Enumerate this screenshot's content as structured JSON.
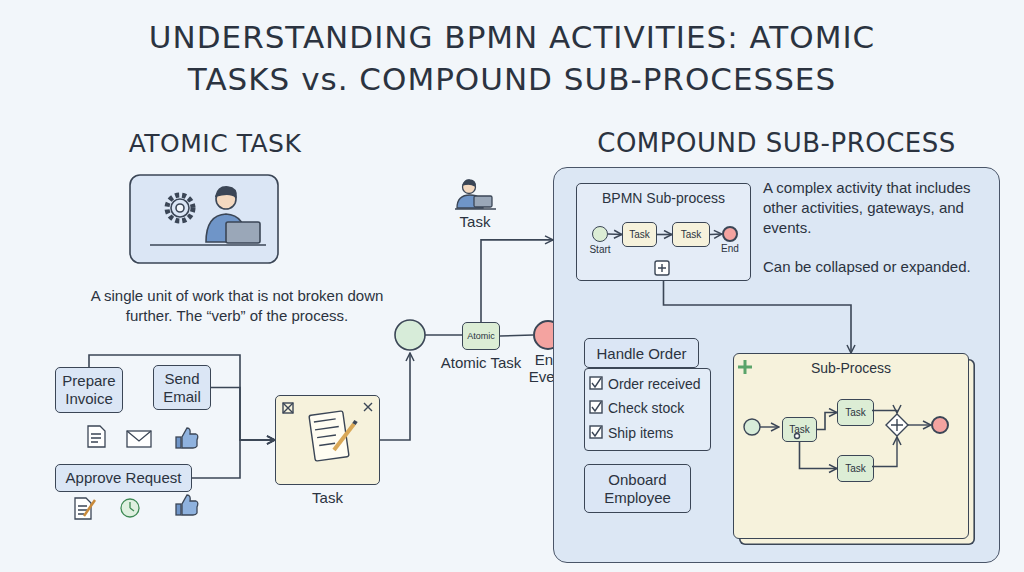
{
  "diagram": {
    "title": "UNDERSTANDING BPMN ACTIVITIES: ATOMIC TASKS vs. COMPOUND SUB-PROCESSES",
    "nodes": [
      {
        "text": [
          "Prepare Invoice"
        ]
      },
      {
        "text": [
          "Send Email"
        ]
      },
      {
        "text": [
          "Approve Request"
        ]
      },
      {
        "text": [
          "Task"
        ]
      },
      {
        "text": [
          "Atomic",
          "Atomic Task"
        ]
      },
      {
        "text": [
          "End Event"
        ]
      },
      {
        "text": [
          "COMPOUND SUB-PROCESS"
        ]
      },
      {
        "text": [
          "BPMN Sub-process"
        ],
        "in": 6
      },
      {
        "text": [
          "Start"
        ],
        "in": 7
      },
      {
        "text": [
          "Task"
        ],
        "in": 7
      },
      {
        "text": [
          "Task"
        ],
        "in": 7
      },
      {
        "text": [
          "End"
        ],
        "in": 7
      },
      {
        "text": [
          "Handle Order",
          "Order received",
          "Check stock",
          "Ship items"
        ],
        "in": 6
      },
      {
        "text": [
          "Onboard Employee"
        ],
        "in": 6
      },
      {
        "text": [
          "Sub-Process"
        ],
        "in": 6
      },
      {
        "text": [
          "Task"
        ],
        "in": 14
      },
      {
        "text": [
          "Task"
        ],
        "in": 14
      },
      {
        "text": [
          "Task"
        ],
        "in": 14
      }
    ],
    "edges": [
      {
        "from": 0,
        "to": 3,
        "arrow": "to"
      },
      {
        "from": 1,
        "to": 3,
        "arrow": "to"
      },
      {
        "from": 2,
        "to": 3,
        "arrow": "to"
      },
      {
        "from": 4,
        "to": 5,
        "arrow": "none"
      },
      {
        "from": 4,
        "to": 6,
        "arrow": "to"
      },
      {
        "from": 8,
        "to": 9,
        "arrow": "to"
      },
      {
        "from": 9,
        "to": 10,
        "arrow": "to"
      },
      {
        "from": 10,
        "to": 11,
        "arrow": "to"
      },
      {
        "from": 7,
        "to": 14,
        "arrow": "to"
      },
      {
        "from": 15,
        "to": 16,
        "arrow": "to"
      },
      {
        "from": 15,
        "to": 17,
        "arrow": "to"
      }
    ],
    "labels": [
      "ATOMIC TASK",
      "A single unit of work that is not broken down further. The “verb” of the process.",
      "Task",
      "A complex activity that includes other activities, gateways, and events.",
      "Can be collapsed or expanded."
    ]
  }
}
